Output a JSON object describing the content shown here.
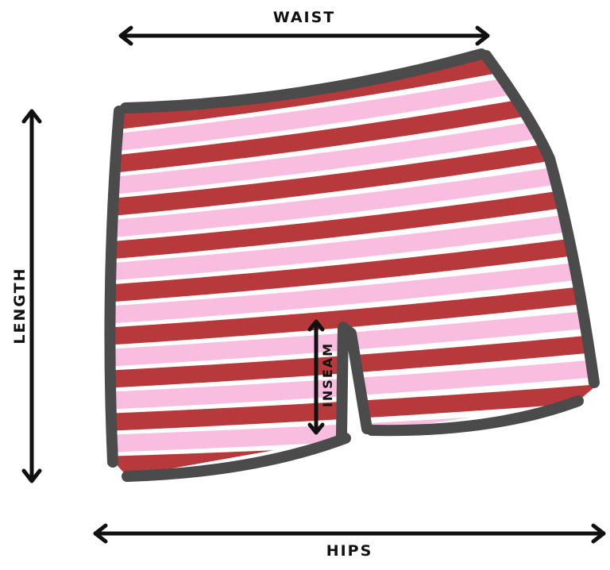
{
  "labels": {
    "waist": "WAIST",
    "length": "LENGTH",
    "inseam": "INSEAM",
    "hips": "HIPS"
  },
  "colors": {
    "stripe_red": "#b8393b",
    "stripe_pink": "#f8bddf",
    "outline": "#4b4b4b",
    "arrow": "#111111"
  }
}
